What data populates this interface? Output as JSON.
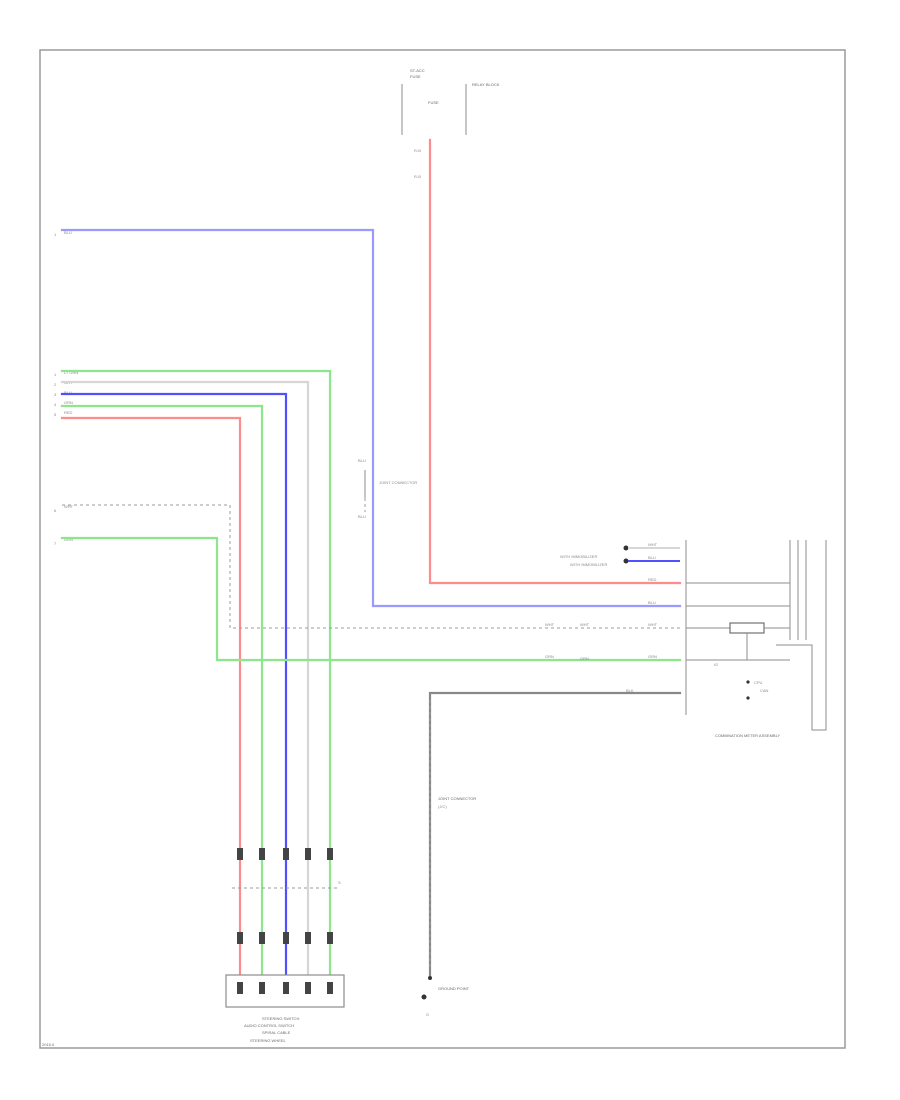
{
  "colors": {
    "red": "#ff8c8c",
    "blue": "#9a9aff",
    "blue_dark": "#5050ff",
    "green": "#8ce68c",
    "white_wire": "#d6d6d6",
    "black_wire": "#888888",
    "frame": "#9a9a9a"
  },
  "labels": {
    "top_fuse_title": "ST-ACC",
    "top_fuse_sub": "FUSE",
    "top_block": "RELAY BLOCK",
    "top_red_upper": "R-B",
    "top_red_lower": "R-B",
    "left_blue": "BLU",
    "left_green_1": "LT GRN",
    "left_gray": "GRY",
    "left_blue_2": "BLU",
    "left_green_2": "GRN",
    "left_red": "RED",
    "left_white": "WHT",
    "left_green_3": "GRN",
    "mid_connector_top": "BLU",
    "mid_connector_bot": "BLU",
    "mid_connector_note": "JOINT CONNECTOR",
    "rt_white": "WHT",
    "rt_blue": "BLU",
    "rt_red": "RED",
    "rt_blue_2": "BLU",
    "rt_white_2": "WHT",
    "rt_green": "GRN",
    "rt_black": "BLK",
    "rt_note": "WITH IMMOBILIZER",
    "right_module": "COMBINATION METER ASSEMBLY",
    "ground_note": "JOINT CONNECTOR",
    "ground_bottom": "GROUND POINT",
    "bottom_switch_1": "STEERING SWITCH",
    "bottom_switch_2": "AUDIO CONTROL SWITCH",
    "bottom_switch_3": "SPIRAL CABLE",
    "footer_code": "2015.0"
  }
}
